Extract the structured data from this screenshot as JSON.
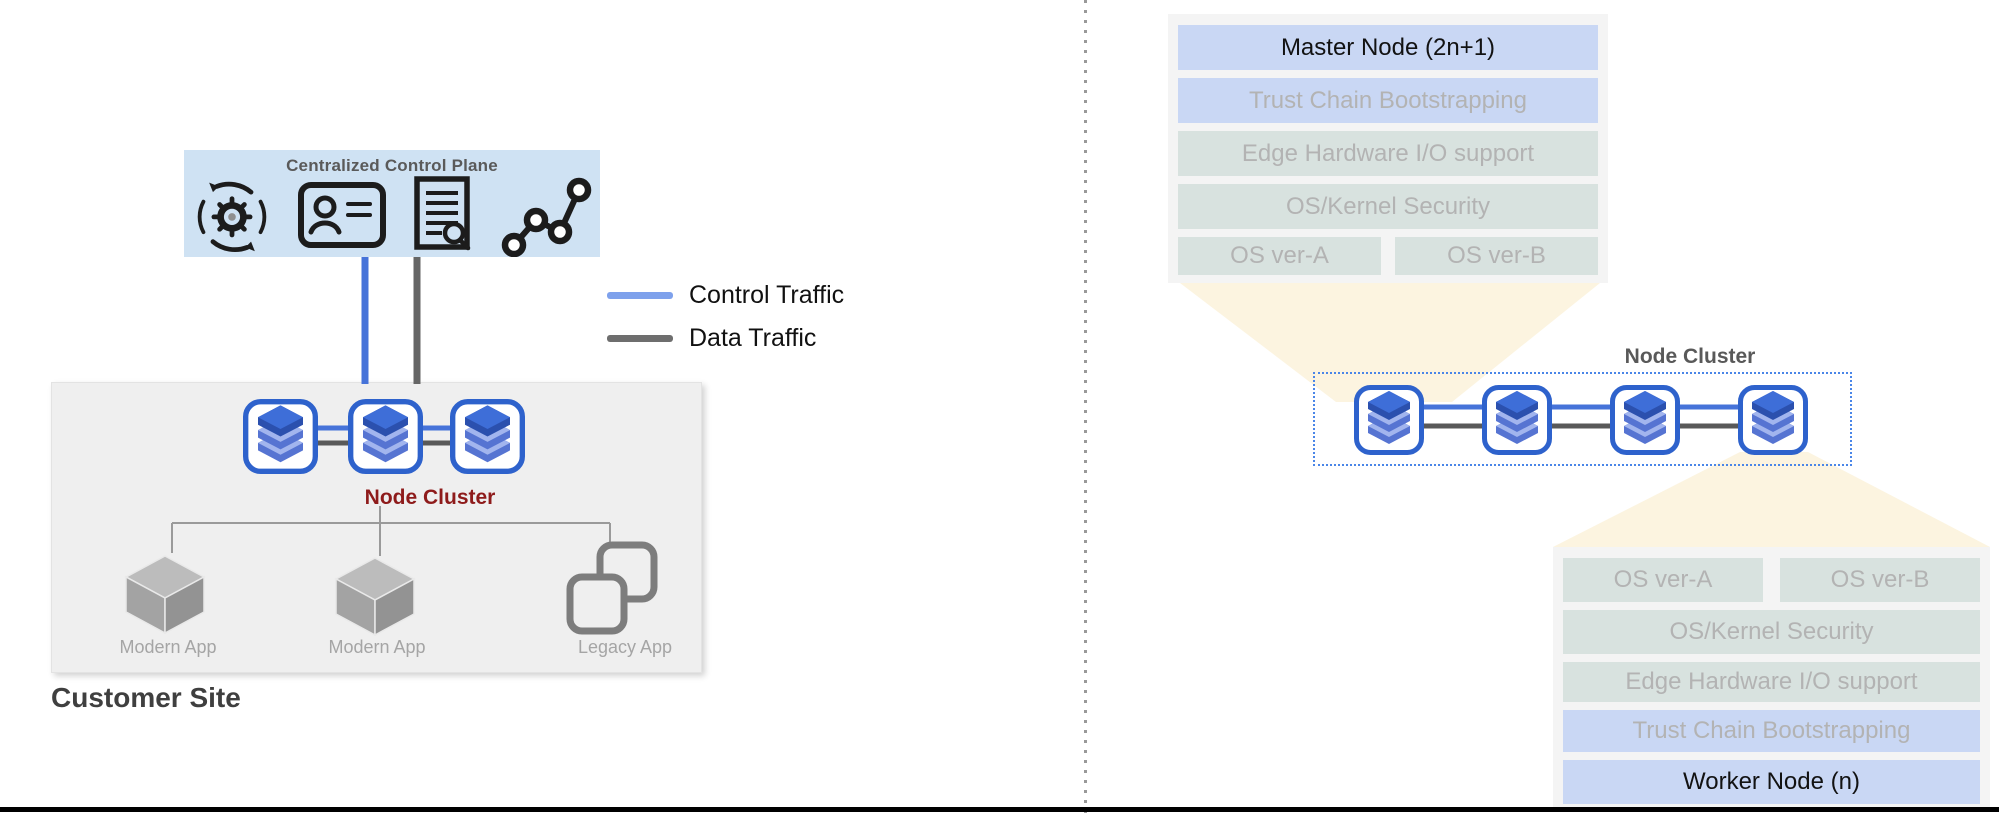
{
  "colors": {
    "control_plane_bg": "#cfe2f3",
    "control_traffic_blue": "#4673d9",
    "legend_blue": "#7ea1ec",
    "data_traffic_gray": "#666666",
    "customer_box_bg": "#efefef",
    "node_border_blue": "#2e62cc",
    "cluster_label_red": "#8e1b1b",
    "panel_bg": "#f4f4f4",
    "row_blue": "#c9d7f4",
    "row_green": "#d8e2df",
    "muted_row_text": "#b3b3b3",
    "funnel_cream": "#fcf3dd"
  },
  "control_plane": {
    "title": "Centralized Control Plane",
    "icons": [
      "automation-gear-icon",
      "identity-card-icon",
      "audit-log-icon",
      "metrics-graph-icon"
    ]
  },
  "legend": {
    "items": [
      {
        "label": "Control Traffic",
        "color": "#7ea1ec"
      },
      {
        "label": "Data Traffic",
        "color": "#6e6e6e"
      }
    ]
  },
  "customer_site": {
    "title": "Customer Site",
    "cluster_label": "Node Cluster",
    "node_count": 3,
    "apps": [
      {
        "label": "Modern App",
        "kind": "cube"
      },
      {
        "label": "Modern App",
        "kind": "cube"
      },
      {
        "label": "Legacy App",
        "kind": "legacy-windows"
      }
    ]
  },
  "master_stack": {
    "title": "Master Node (2n+1)",
    "layers": [
      "Trust Chain Bootstrapping",
      "Edge Hardware I/O support",
      "OS/Kernel Security"
    ],
    "os_versions": [
      "OS ver-A",
      "OS ver-B"
    ]
  },
  "right_cluster": {
    "label": "Node Cluster",
    "node_count": 4
  },
  "worker_stack": {
    "os_versions": [
      "OS ver-A",
      "OS ver-B"
    ],
    "layers": [
      "OS/Kernel Security",
      "Edge Hardware I/O support",
      "Trust Chain Bootstrapping"
    ],
    "title": "Worker Node (n)"
  }
}
